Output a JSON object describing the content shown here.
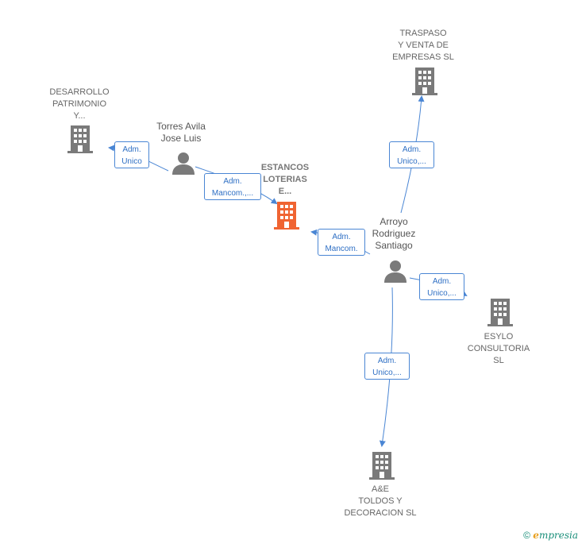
{
  "nodes": {
    "desarrollo": {
      "label": "DESARROLLO\nPATRIMONIO\nY..."
    },
    "torres": {
      "label": "Torres Avila\nJose Luis"
    },
    "estancos": {
      "label": "ESTANCOS\nLOTERIAS\nE..."
    },
    "traspaso": {
      "label": "TRASPASO\nY VENTA DE\nEMPRESAS  SL"
    },
    "arroyo": {
      "label": "Arroyo\nRodriguez\nSantiago"
    },
    "esylo": {
      "label": "ESYLO\nCONSULTORIA\nSL"
    },
    "aye": {
      "label": "A&E\nTOLDOS Y\nDECORACION SL"
    }
  },
  "edges": {
    "torres_desarrollo": {
      "line1": "Adm.",
      "line2": "Unico"
    },
    "torres_estancos": {
      "line1": "Adm.",
      "line2": "Mancom.,..."
    },
    "arroyo_estancos": {
      "line1": "Adm.",
      "line2": "Mancom."
    },
    "arroyo_traspaso": {
      "line1": "Adm.",
      "line2": "Unico,..."
    },
    "arroyo_esylo": {
      "line1": "Adm.",
      "line2": "Unico,..."
    },
    "arroyo_aye": {
      "line1": "Adm.",
      "line2": "Unico,..."
    }
  },
  "footer": {
    "copyright": "©",
    "brand_initial": "e",
    "brand_rest": "mpresia"
  },
  "colors": {
    "company": "#7a7a7a",
    "main_company": "#f06432",
    "person": "#7a7a7a",
    "edge": "#4a86d4"
  }
}
